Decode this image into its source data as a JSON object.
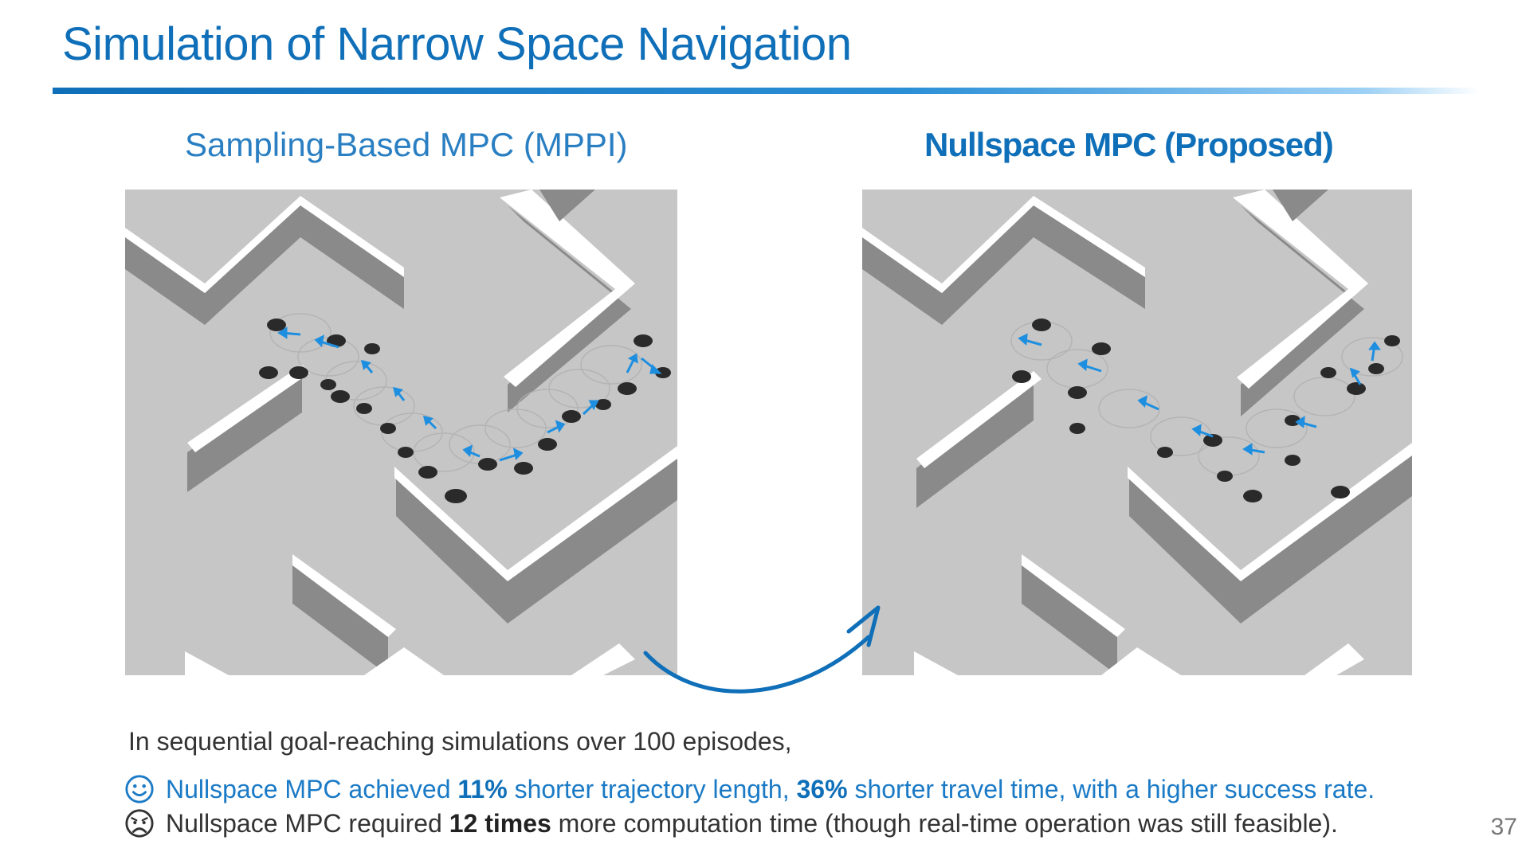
{
  "slide": {
    "title": "Simulation of Narrow Space Navigation",
    "page_number": "37"
  },
  "panels": {
    "left_heading": "Sampling-Based MPC (MPPI)",
    "right_heading": "Nullspace MPC (Proposed)"
  },
  "summary": {
    "intro": "In sequential goal-reaching simulations over 100 episodes,",
    "positive": {
      "icon": "smiling-face-icon",
      "pre": "Nullspace MPC achieved ",
      "value1": "11%",
      "mid1": " shorter trajectory length, ",
      "value2": "36%",
      "post": " shorter travel time, with a higher success rate."
    },
    "negative": {
      "icon": "sad-face-icon",
      "pre": "Nullspace MPC required ",
      "value": "12 times",
      "post": " more computation time (though real-time operation was still feasible)."
    }
  },
  "colors": {
    "accent": "#0f6fb8",
    "trajectory_arrow": "#1e8fe0",
    "floor": "#c6c6c6",
    "wall_top": "#ffffff",
    "wall_side": "#8a8a8a"
  }
}
